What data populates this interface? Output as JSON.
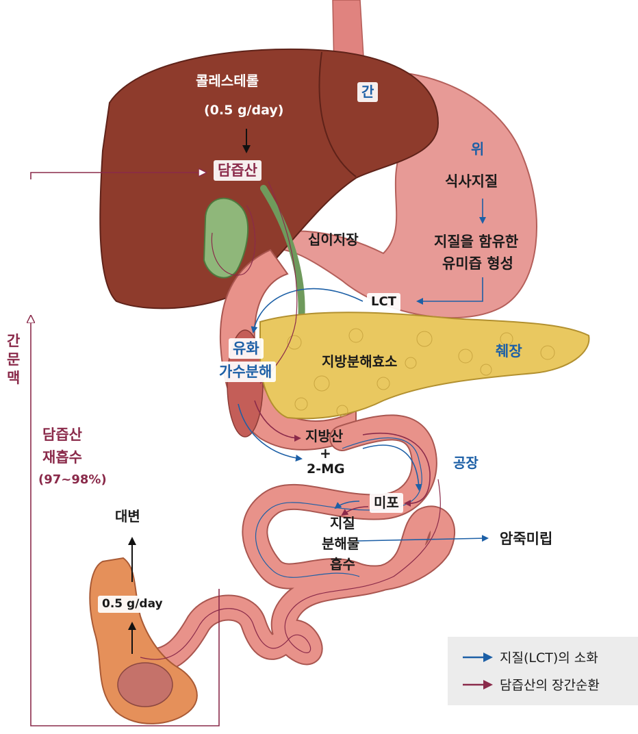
{
  "labels": {
    "cholesterol": "콜레스테롤",
    "cholesterol_amount": "(0.5 g/day)",
    "bile_acid_top": "담즙산",
    "liver": "간",
    "stomach": "위",
    "dietary_lipid": "식사지질",
    "chyme_line1": "지질을 함유한",
    "chyme_line2": "유미즙 형성",
    "duodenum": "십이지장",
    "lct": "LCT",
    "emulsify_line1": "유화",
    "emulsify_line2": "가수분해",
    "lipase": "지방분해효소",
    "pancreas": "췌장",
    "fatty_acid": "지방산",
    "plus": "+",
    "mg": "2-MG",
    "jejunum": "공장",
    "ileum": "미포",
    "absorb_line1": "지질",
    "absorb_line2": "분해물",
    "absorb_line3": "흡수",
    "chylomicron": "암죽미립",
    "feces": "대변",
    "feces_amount": "0.5 g/day",
    "portal_vein": [
      "간",
      "문",
      "맥"
    ],
    "reabsorb_line1": "담즙산",
    "reabsorb_line2": "재흡수",
    "reabsorb_line3": "(97~98%)"
  },
  "legend": [
    {
      "label": "지질(LCT)의 소화",
      "color": "#1c5fa6"
    },
    {
      "label": "담즙산의 장간순환",
      "color": "#8a2a4a"
    }
  ],
  "colors": {
    "lipid_path": "#1c5fa6",
    "bile_path": "#8a2a4a",
    "liver": "#8e3b2c",
    "stomach": "#e79a96",
    "pancreas": "#e9c860",
    "intestine": "#e8928a",
    "gallbladder": "#8fb77a"
  }
}
